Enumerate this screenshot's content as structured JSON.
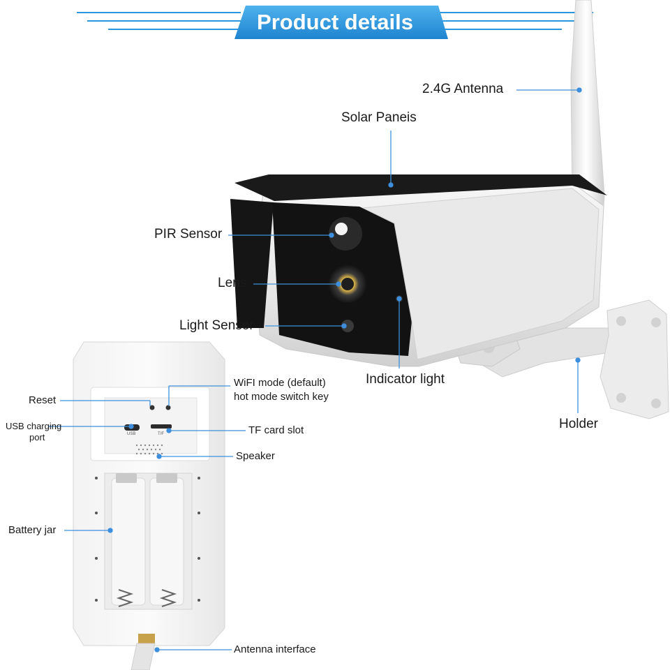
{
  "header": {
    "title": "Product details"
  },
  "labels": {
    "antenna": "2.4G Antenna",
    "solar": "Solar Paneis",
    "pir": "PIR Sensor",
    "lens": "Lens",
    "light_sensor": "Light Sensor",
    "indicator": "Indicator light",
    "holder": "Holder",
    "wifi_line1": "WiFI mode (default)",
    "wifi_line2": "hot mode switch key",
    "reset": "Reset",
    "usb_line1": "USB charging",
    "usb_line2": "port",
    "tf": "TF card slot",
    "speaker": "Speaker",
    "battery": "Battery jar",
    "antenna_interface": "Antenna interface"
  },
  "board_text": {
    "usb": "USB",
    "tf": "T/F"
  },
  "colors": {
    "accent": "#2e96dc",
    "leader": "#3d8fdd",
    "body": "#ededed",
    "dark": "#1c1c1c"
  }
}
